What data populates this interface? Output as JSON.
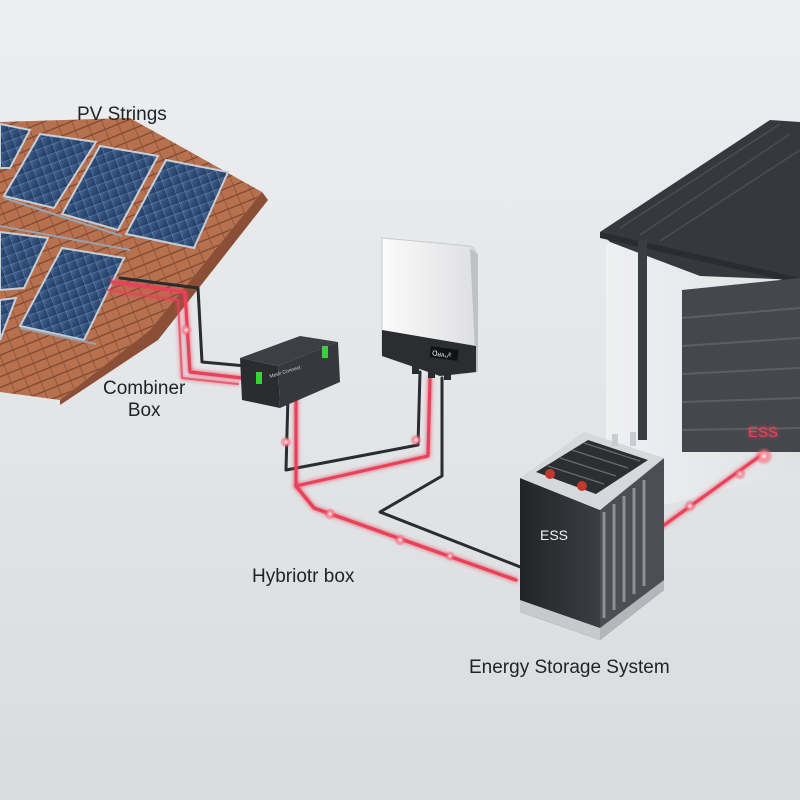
{
  "labels": {
    "pv_strings": "PV Strings",
    "combiner_line1": "Combiner",
    "combiner_line2": "Box",
    "hybrid_box": "Hybriotr box",
    "energy_storage": "Energy Storage System",
    "ess_battery": "ESS",
    "ess_wall": "ESS",
    "inverter_display": "ᗡᴚᴧᴗᴱ",
    "combiner_plate": "Mesh Connect"
  },
  "colors": {
    "cable_glow": "#e8435a",
    "panel_blue": "#2f4d78",
    "roof_tile": "#b8714f",
    "battery_body": "#2b2d31",
    "garage_door": "#44474c",
    "roof_metal": "#35383c",
    "indicator_green": "#39d23a"
  }
}
